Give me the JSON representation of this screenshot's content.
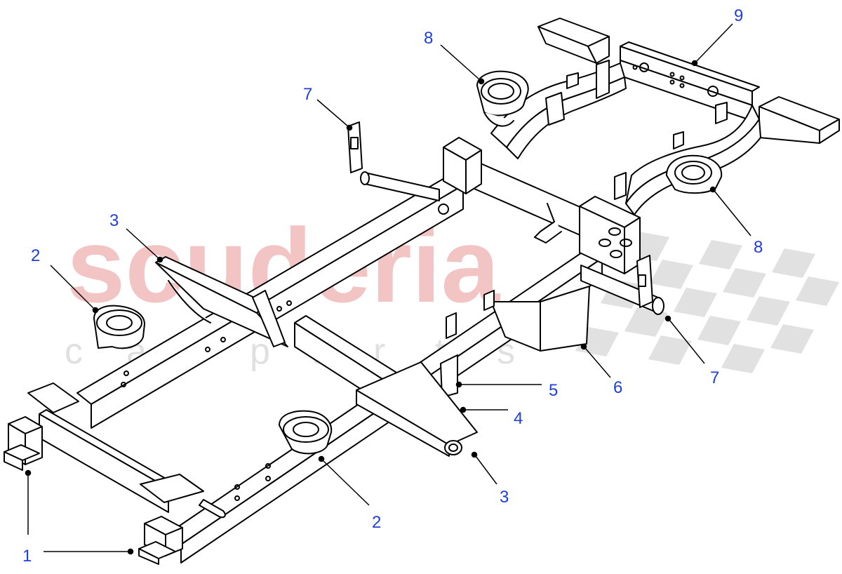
{
  "watermark": {
    "brand": "scuderia",
    "sub": "car parts",
    "brand_color": "#f2c4c4",
    "sub_color": "#e0e0e0",
    "checker_color": "#dcdcdc"
  },
  "colors": {
    "line": "#000000",
    "callout": "#1f3fd6"
  },
  "callouts": [
    {
      "id": "c1a",
      "label": "1"
    },
    {
      "id": "c1b",
      "label": "1"
    },
    {
      "id": "c2a",
      "label": "2"
    },
    {
      "id": "c2b",
      "label": "2"
    },
    {
      "id": "c3a",
      "label": "3"
    },
    {
      "id": "c3b",
      "label": "3"
    },
    {
      "id": "c4",
      "label": "4"
    },
    {
      "id": "c5",
      "label": "5"
    },
    {
      "id": "c6",
      "label": "6"
    },
    {
      "id": "c7a",
      "label": "7"
    },
    {
      "id": "c7b",
      "label": "7"
    },
    {
      "id": "c8a",
      "label": "8"
    },
    {
      "id": "c8b",
      "label": "8"
    },
    {
      "id": "c9",
      "label": "9"
    }
  ]
}
